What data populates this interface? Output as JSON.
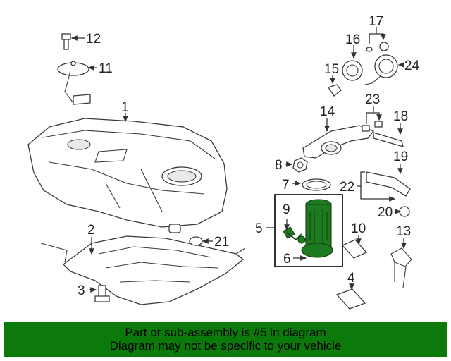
{
  "callouts": [
    "1",
    "2",
    "3",
    "4",
    "5",
    "6",
    "7",
    "8",
    "9",
    "10",
    "11",
    "12",
    "13",
    "14",
    "15",
    "16",
    "17",
    "18",
    "19",
    "20",
    "21",
    "22",
    "23",
    "24"
  ],
  "banner": {
    "line1": "Part or sub-assembly is #5 in diagram",
    "line2": "Diagram may not be specific to your vehicle"
  },
  "colors": {
    "highlight": "#1e7a1e",
    "banner": "#0b7a0b"
  }
}
